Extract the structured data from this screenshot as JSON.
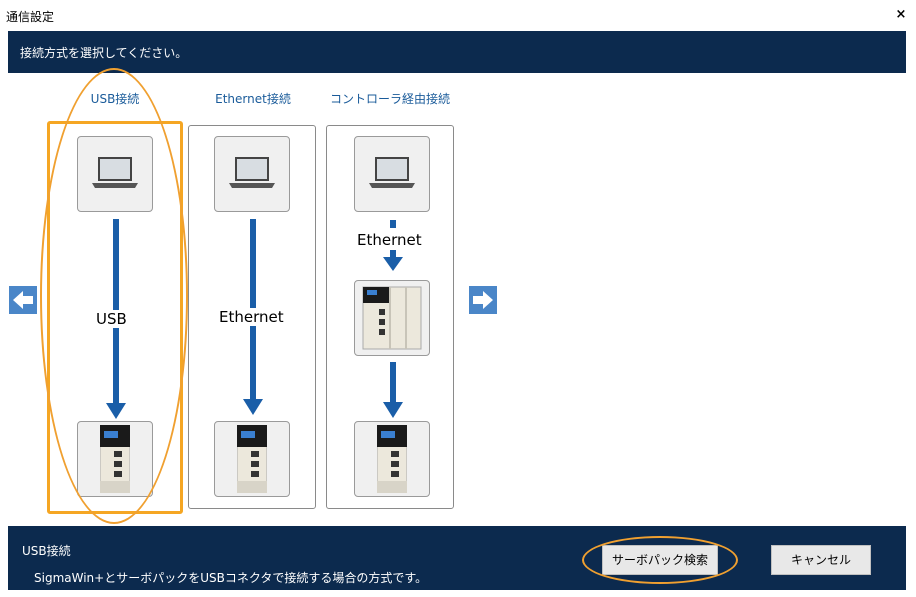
{
  "window": {
    "title": "通信設定",
    "close_glyph": "×"
  },
  "instruction": "接続方式を選択してください。",
  "options": [
    {
      "label": "USB接続",
      "connection_text": "USB"
    },
    {
      "label": "Ethernet接続",
      "connection_text": "Ethernet"
    },
    {
      "label": "コントローラ経由接続",
      "connection_text": "Ethernet"
    }
  ],
  "selected_option": "USB接続",
  "info": {
    "title": "USB接続",
    "description": "SigmaWin+とサーボパックをUSBコネクタで接続する場合の方式です。"
  },
  "buttons": {
    "search": "サーボパック検索",
    "cancel": "キャンセル"
  },
  "icons": [
    "laptop-icon",
    "servopack-icon",
    "controller-icon",
    "arrow-left-icon",
    "arrow-right-icon",
    "close-icon"
  ],
  "colors": {
    "header_bg": "#0c2a4e",
    "arrow_blue": "#1a5ea8",
    "selection": "#f5a623",
    "label_blue": "#1a5b9a"
  }
}
